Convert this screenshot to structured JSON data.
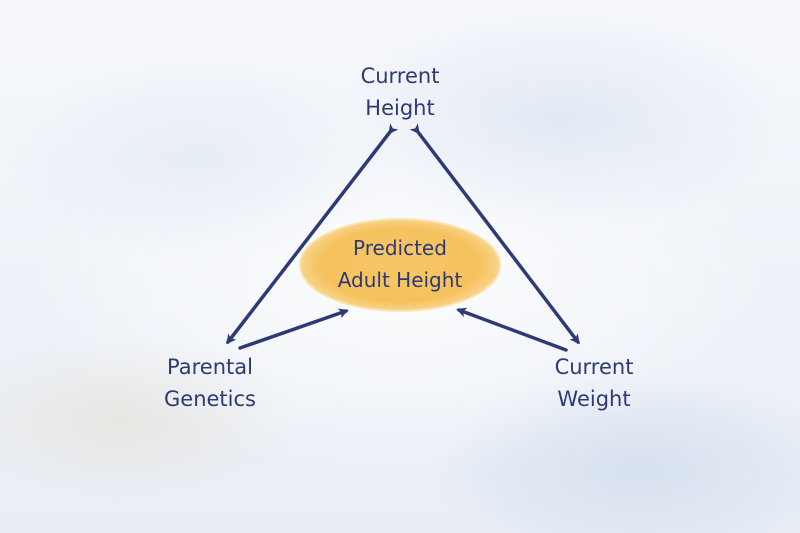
{
  "nodes": {
    "current_height": {
      "line1": "Current",
      "line2": "Height"
    },
    "parental_genetics": {
      "line1": "Parental",
      "line2": "Genetics"
    },
    "current_weight": {
      "line1": "Current",
      "line2": "Weight"
    },
    "predicted_adult_height": {
      "line1": "Predicted",
      "line2": "Adult Height"
    }
  },
  "colors": {
    "arrow": "#2d3a75",
    "text": "#2d3a75",
    "ellipse_fill": "#f5c25e",
    "ellipse_edge": "#fbe3b0"
  }
}
